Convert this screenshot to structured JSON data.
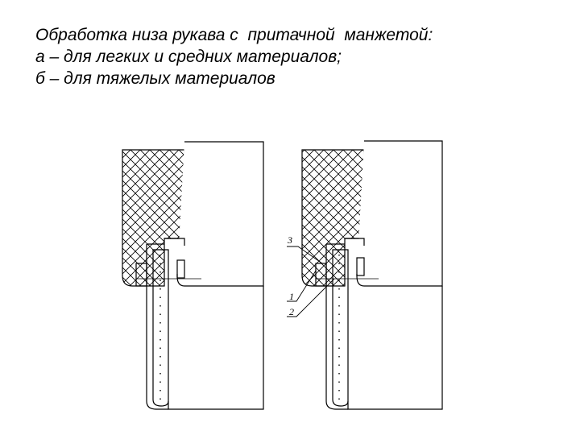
{
  "caption": {
    "line1": "Обработка низа рукава с  притачной  манжетой:",
    "line2": "а – для легких и средних материалов;",
    "line3": "б – для тяжелых материалов"
  },
  "callouts": [
    "3",
    "1",
    "2"
  ]
}
